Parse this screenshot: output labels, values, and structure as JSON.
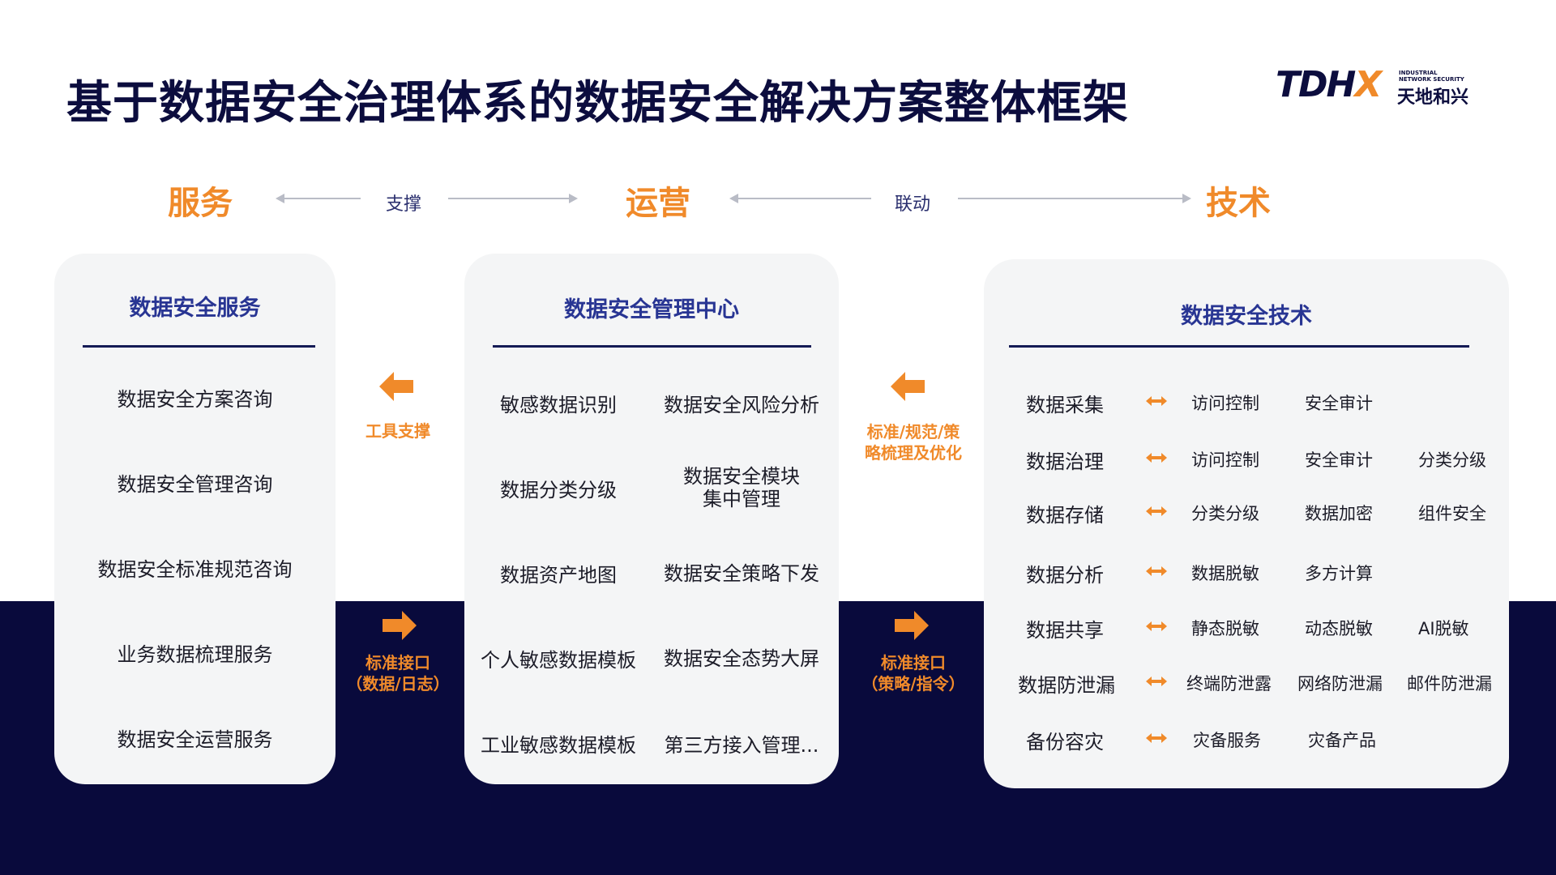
{
  "title": "基于数据安全治理体系的数据安全解决方案整体框架",
  "logo": {
    "mark_prefix": "TDH",
    "mark_suffix": "X",
    "en_line1": "INDUSTRIAL",
    "en_line2": "NETWORK SECURITY",
    "cn": "天地和兴"
  },
  "top_row": {
    "left_label": "服务",
    "left_link": "支撑",
    "center_label": "运营",
    "right_link": "联动",
    "right_label": "技术"
  },
  "colors": {
    "accent": "#f08a2a",
    "navy": "#090a3c",
    "panel_title": "#283593",
    "panel_bg": "#f4f5f6"
  },
  "service_panel": {
    "title": "数据安全服务",
    "items": [
      "数据安全方案咨询",
      "数据安全管理咨询",
      "数据安全标准规范咨询",
      "业务数据梳理服务",
      "数据安全运营服务"
    ]
  },
  "connector_left": {
    "top_label": "工具支撑",
    "bottom_label_line1": "标准接口",
    "bottom_label_line2": "（数据/日志）"
  },
  "center_panel": {
    "title": "数据安全管理中心",
    "left_items": [
      "敏感数据识别",
      "数据分类分级",
      "数据资产地图",
      "个人敏感数据模板",
      "工业敏感数据模板"
    ],
    "right_items": [
      "数据安全风险分析",
      "数据安全模块集中管理",
      "数据安全策略下发",
      "数据安全态势大屏",
      "第三方接入管理..."
    ],
    "right_item_2_line1": "数据安全模块",
    "right_item_2_line2": "集中管理"
  },
  "connector_right": {
    "top_label_line1": "标准/规范/策",
    "top_label_line2": "略梳理及优化",
    "bottom_label_line1": "标准接口",
    "bottom_label_line2": "（策略/指令）"
  },
  "tech_panel": {
    "title": "数据安全技术",
    "rows": [
      {
        "label": "数据采集",
        "values": [
          "访问控制",
          "安全审计"
        ]
      },
      {
        "label": "数据治理",
        "values": [
          "访问控制",
          "安全审计",
          "分类分级"
        ]
      },
      {
        "label": "数据存储",
        "values": [
          "分类分级",
          "数据加密",
          "组件安全"
        ]
      },
      {
        "label": "数据分析",
        "values": [
          "数据脱敏",
          "多方计算"
        ]
      },
      {
        "label": "数据共享",
        "values": [
          "静态脱敏",
          "动态脱敏",
          "AI脱敏"
        ]
      },
      {
        "label": "数据防泄漏",
        "values": [
          "终端防泄露",
          "网络防泄漏",
          "邮件防泄漏"
        ]
      },
      {
        "label": "备份容灾",
        "values": [
          "灾备服务",
          "灾备产品"
        ]
      }
    ]
  }
}
